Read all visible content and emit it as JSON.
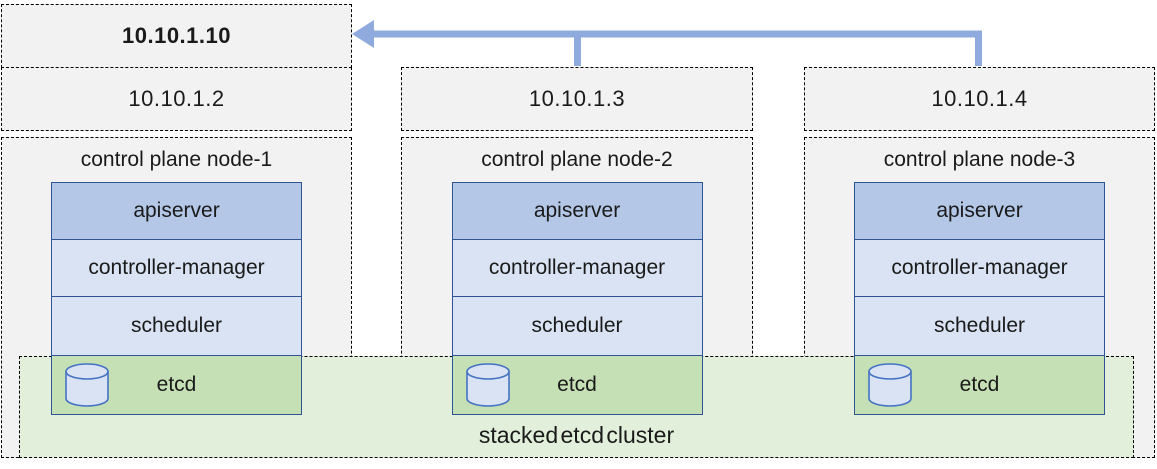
{
  "diagram": {
    "load_balancer": {
      "ip": "10.10.1.10"
    },
    "nodes": [
      {
        "ip": "10.10.1.2",
        "name": "control plane node-1",
        "components": [
          "apiserver",
          "controller-manager",
          "scheduler"
        ],
        "etcd_label": "etcd"
      },
      {
        "ip": "10.10.1.3",
        "name": "control plane node-2",
        "components": [
          "apiserver",
          "controller-manager",
          "scheduler"
        ],
        "etcd_label": "etcd"
      },
      {
        "ip": "10.10.1.4",
        "name": "control plane node-3",
        "components": [
          "apiserver",
          "controller-manager",
          "scheduler"
        ],
        "etcd_label": "etcd"
      }
    ],
    "etcd_cluster_label": "stacked etcd cluster",
    "colors": {
      "apiserver_fill": "#b4c7e7",
      "component_fill": "#dae3f3",
      "etcd_fill": "#c5e0b4",
      "etcd_band_fill": "#e2efda",
      "node_fill": "#f2f2f2",
      "box_border": "#2f5496",
      "arrow": "#8faadc",
      "dashed_border": "#000000"
    }
  }
}
